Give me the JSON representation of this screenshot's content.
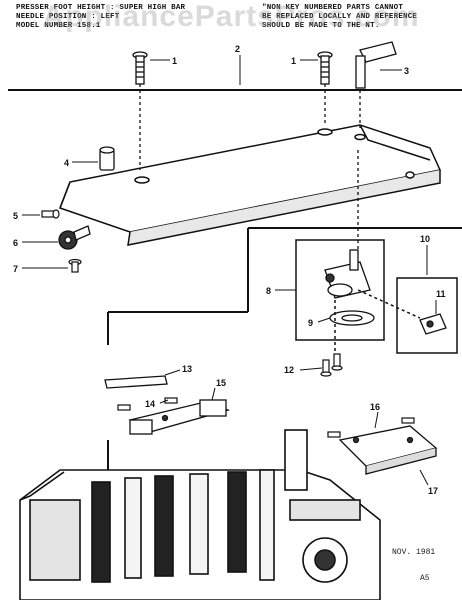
{
  "header_left": {
    "line1": "PRESSER FOOT HEIGHT : SUPER HIGH BAR",
    "line2": "NEEDLE POSITION : LEFT",
    "line3": "MODEL NUMBER 158.1"
  },
  "header_right": {
    "line1": "\"NON KEY NUMBERED PARTS CANNOT",
    "line2": "BE REPLACED LOCALLY AND REFERENCE",
    "line3": "SHOULD BE MADE TO THE NT."
  },
  "watermark": "AppliancePartsPros.com",
  "callouts": [
    "1",
    "1",
    "2",
    "3",
    "4",
    "5",
    "6",
    "7",
    "8",
    "9",
    "10",
    "11",
    "12",
    "13",
    "14",
    "15",
    "16",
    "17"
  ],
  "footer": {
    "date": "NOV. 1981",
    "page": "A5"
  }
}
